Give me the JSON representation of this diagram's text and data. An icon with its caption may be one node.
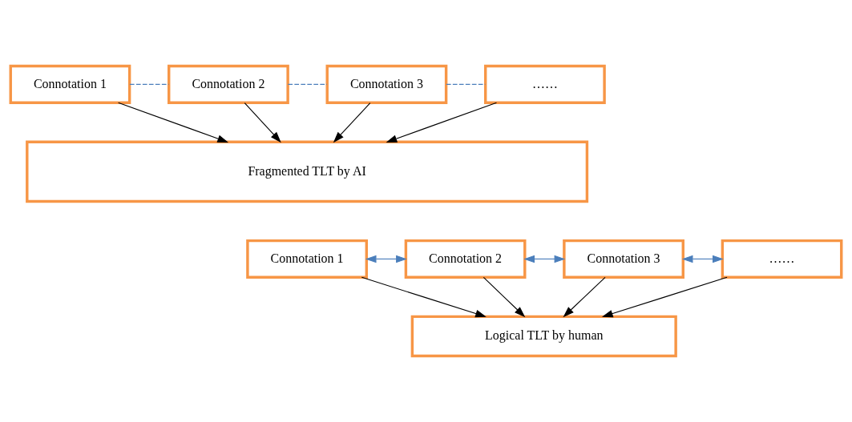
{
  "diagram": {
    "nodes": [
      {
        "text": [
          "Connotation 1"
        ]
      },
      {
        "text": [
          "Connotation 2"
        ]
      },
      {
        "text": [
          "Connotation 3"
        ]
      },
      {
        "text": [
          "……"
        ]
      },
      {
        "text": [
          "Fragmented TLT by AI"
        ]
      },
      {
        "text": [
          "Connotation 1"
        ]
      },
      {
        "text": [
          "Connotation 2"
        ]
      },
      {
        "text": [
          "Connotation 3"
        ]
      },
      {
        "text": [
          "……"
        ]
      },
      {
        "text": [
          "Logical TLT by human"
        ]
      }
    ],
    "edges": [
      {
        "from": 0,
        "to": 1,
        "arrow": "none",
        "style": "dashed",
        "color": "#4a7ebb"
      },
      {
        "from": 1,
        "to": 2,
        "arrow": "none",
        "style": "dashed",
        "color": "#4a7ebb"
      },
      {
        "from": 2,
        "to": 3,
        "arrow": "none",
        "style": "dashed",
        "color": "#4a7ebb"
      },
      {
        "from": 0,
        "to": 4,
        "arrow": "to"
      },
      {
        "from": 1,
        "to": 4,
        "arrow": "to"
      },
      {
        "from": 2,
        "to": 4,
        "arrow": "to"
      },
      {
        "from": 3,
        "to": 4,
        "arrow": "to"
      },
      {
        "from": 5,
        "to": 6,
        "arrow": "both",
        "color": "#4a7ebb"
      },
      {
        "from": 6,
        "to": 7,
        "arrow": "both",
        "color": "#4a7ebb"
      },
      {
        "from": 7,
        "to": 8,
        "arrow": "both",
        "color": "#4a7ebb"
      },
      {
        "from": 5,
        "to": 9,
        "arrow": "to"
      },
      {
        "from": 6,
        "to": 9,
        "arrow": "to"
      },
      {
        "from": 7,
        "to": 9,
        "arrow": "to"
      },
      {
        "from": 8,
        "to": 9,
        "arrow": "to"
      }
    ]
  }
}
